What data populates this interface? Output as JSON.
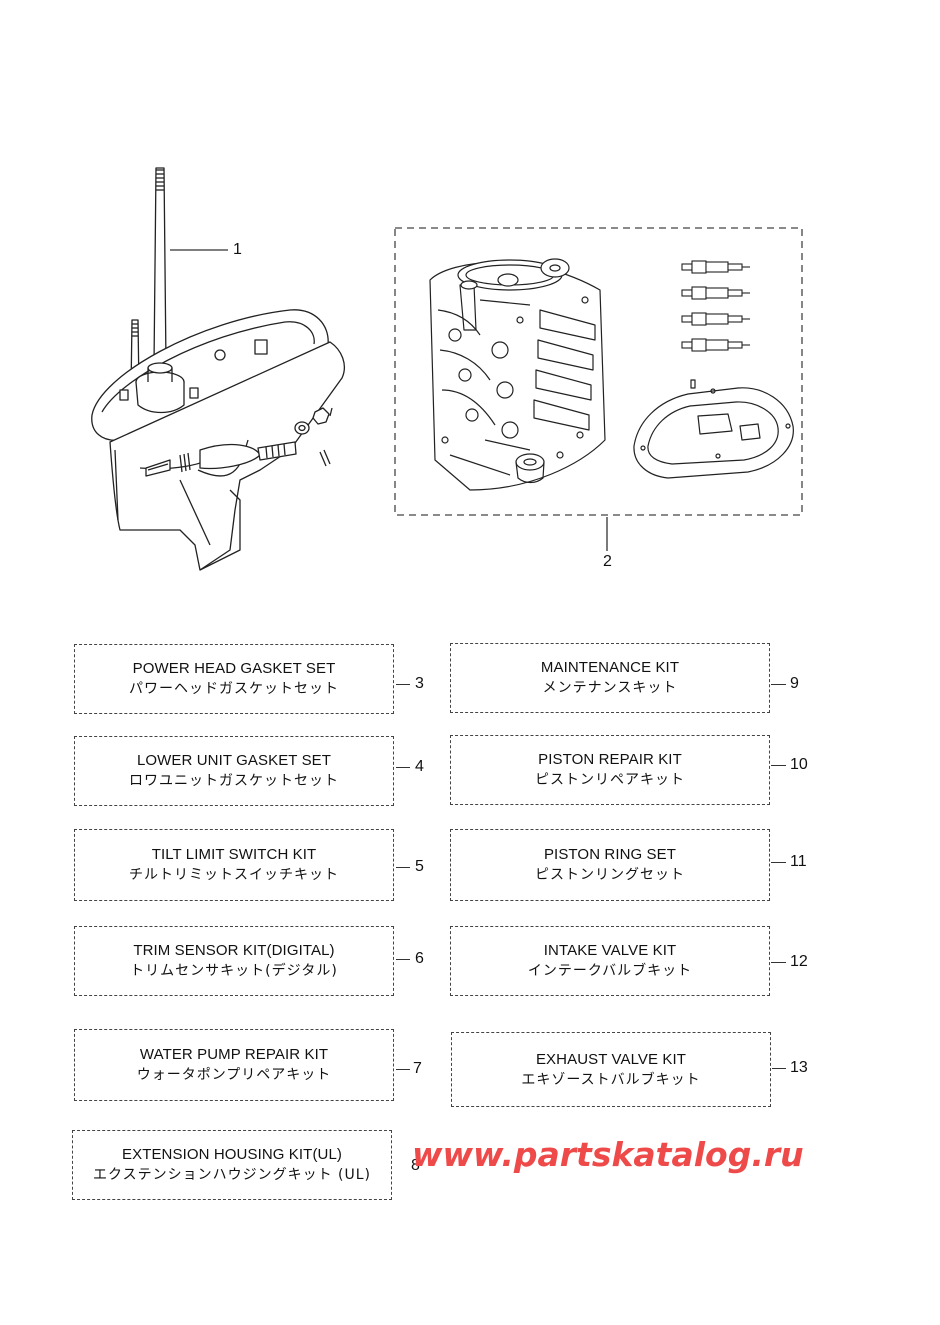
{
  "callouts": {
    "c1": "1",
    "c2": "2"
  },
  "kits_left": [
    {
      "num": "3",
      "en": "POWER HEAD GASKET SET",
      "jp": "パワーヘッドガスケットセット"
    },
    {
      "num": "4",
      "en": "LOWER UNIT GASKET SET",
      "jp": "ロワユニットガスケットセット"
    },
    {
      "num": "5",
      "en": "TILT LIMIT SWITCH KIT",
      "jp": "チルトリミットスイッチキット"
    },
    {
      "num": "6",
      "en": "TRIM SENSOR KIT(DIGITAL)",
      "jp": "トリムセンサキット(デジタル)"
    },
    {
      "num": "7",
      "en": "WATER PUMP REPAIR KIT",
      "jp": "ウォータポンプリペアキット"
    },
    {
      "num": "8",
      "en": "EXTENSION HOUSING KIT(UL)",
      "jp": "エクステンションハウジングキット (UL)"
    }
  ],
  "kits_right": [
    {
      "num": "9",
      "en": "MAINTENANCE KIT",
      "jp": "メンテナンスキット"
    },
    {
      "num": "10",
      "en": "PISTON REPAIR  KIT",
      "jp": "ピストンリペアキット"
    },
    {
      "num": "11",
      "en": "PISTON RING SET",
      "jp": "ピストンリングセット"
    },
    {
      "num": "12",
      "en": "INTAKE VALVE KIT",
      "jp": "インテークバルブキット"
    },
    {
      "num": "13",
      "en": "EXHAUST VALVE KIT",
      "jp": "エキゾーストバルブキット"
    }
  ],
  "watermark": "www.partskatalog.ru"
}
